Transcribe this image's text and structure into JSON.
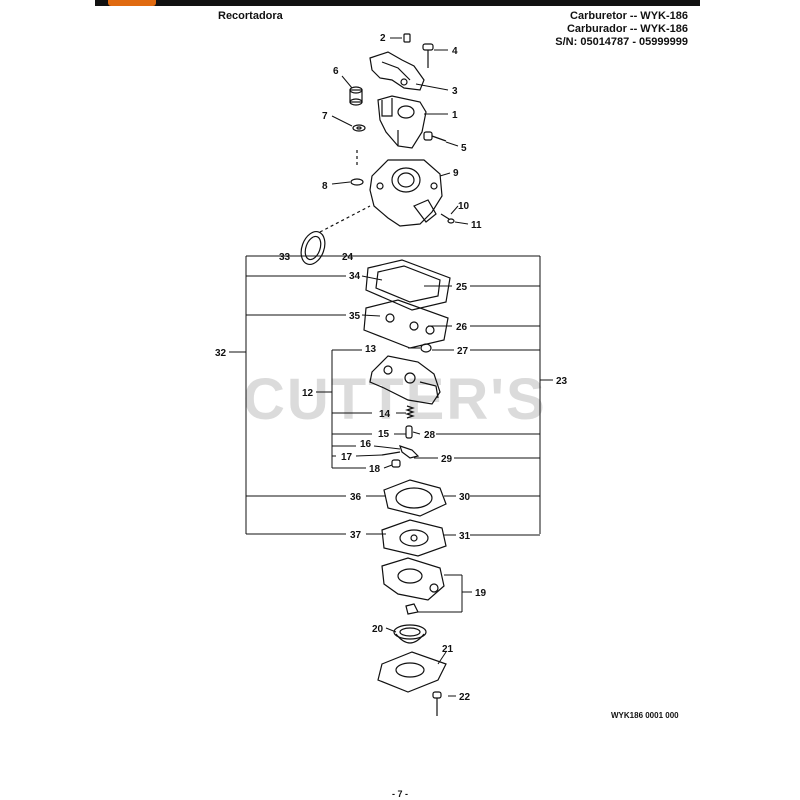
{
  "header": {
    "left_title": "Recortadora",
    "right_line1": "Carburetor -- WYK-186",
    "right_line2": "Carburador -- WYK-186",
    "right_line3": "S/N: 05014787 - 05999999"
  },
  "watermark": "CUTTER'S",
  "callouts": {
    "c1": "1",
    "c2": "2",
    "c3": "3",
    "c4": "4",
    "c5": "5",
    "c6": "6",
    "c7": "7",
    "c8": "8",
    "c9": "9",
    "c10": "10",
    "c11": "11",
    "c12": "12",
    "c13": "13",
    "c14": "14",
    "c15": "15",
    "c16": "16",
    "c17": "17",
    "c18": "18",
    "c19": "19",
    "c20": "20",
    "c21": "21",
    "c22": "22",
    "c23": "23",
    "c24": "24",
    "c25": "25",
    "c26": "26",
    "c27": "27",
    "c28": "28",
    "c29": "29",
    "c30": "30",
    "c31": "31",
    "c32": "32",
    "c33": "33",
    "c34": "34",
    "c35": "35",
    "c36": "36",
    "c37": "37"
  },
  "footer": {
    "drawing_ref": "WYK186 0001 000",
    "page_number": "- 7 -"
  }
}
